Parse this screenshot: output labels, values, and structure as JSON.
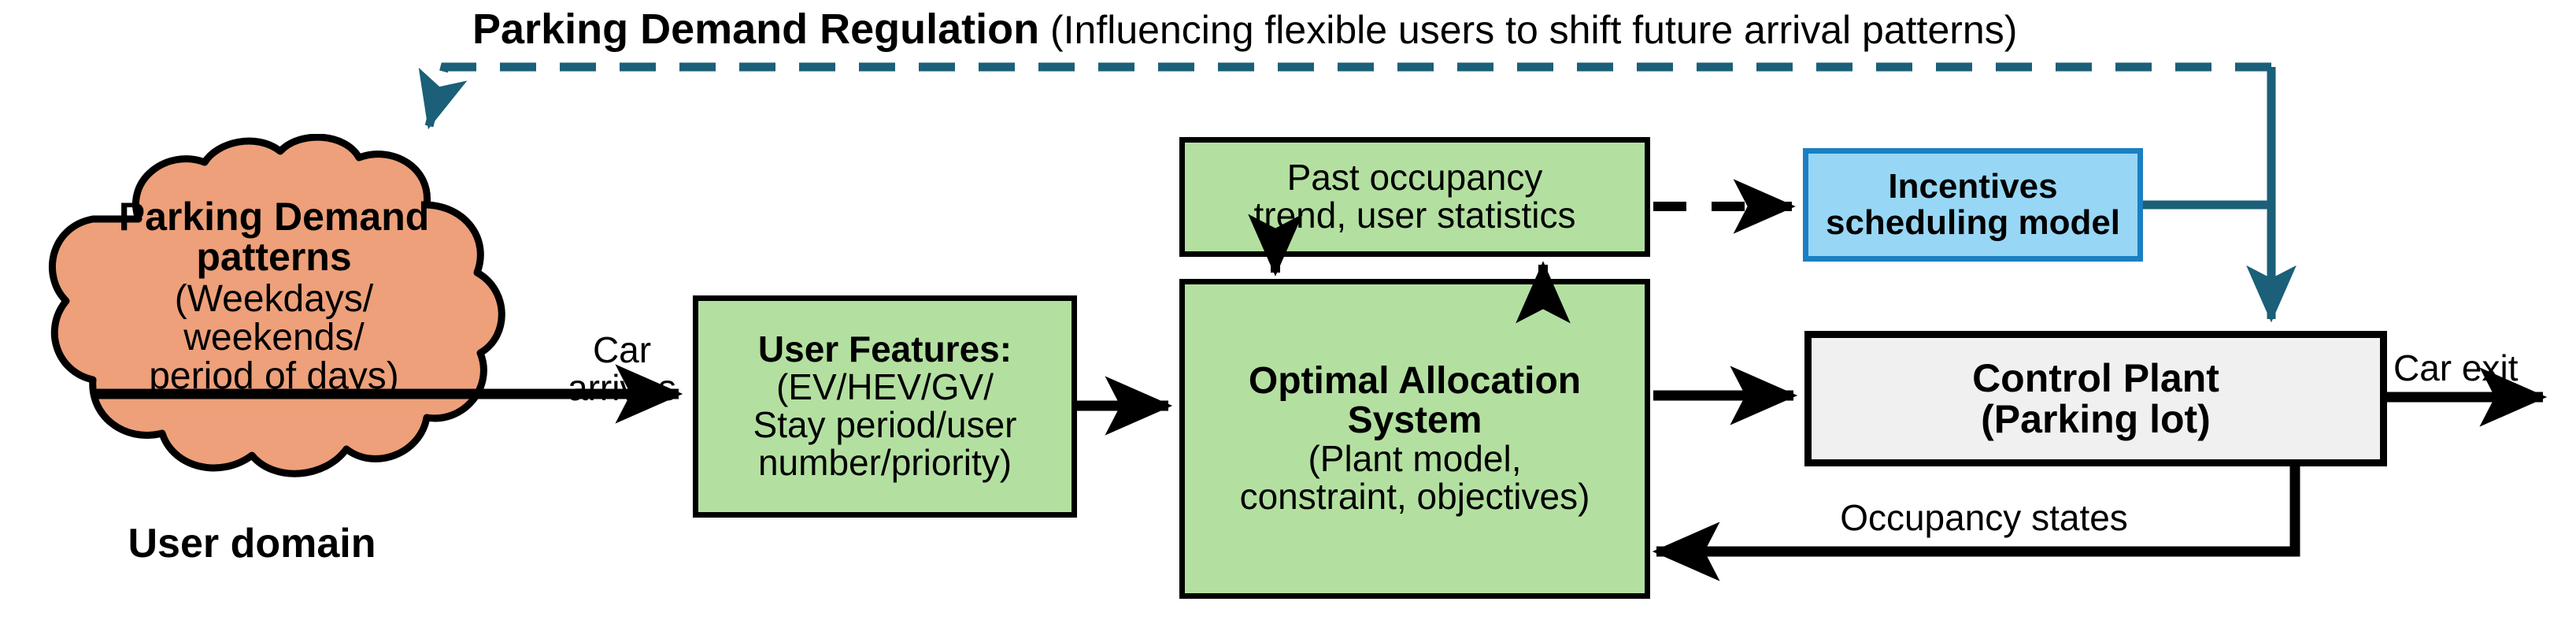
{
  "title": {
    "strong": "Parking Demand Regulation",
    "light": " (Influencing flexible users to shift future arrival patterns)"
  },
  "cloud": {
    "line1": "Parking Demand",
    "line2": "patterns",
    "line3": "(Weekdays/",
    "line4": "weekends/",
    "line5": "period of days)",
    "caption": "User domain",
    "fill": "#eda07a",
    "stroke": "#000000"
  },
  "boxes": {
    "user_features": {
      "title": "User Features:",
      "line2": "(EV/HEV/GV/",
      "line3": "Stay period/user",
      "line4": "number/priority)",
      "fill": "#b3e0a0",
      "stroke": "#000000"
    },
    "past_occupancy": {
      "line1": "Past occupancy",
      "line2": "trend, user statistics",
      "fill": "#b3e0a0",
      "stroke": "#000000"
    },
    "optimal_allocation": {
      "title1": "Optimal Allocation",
      "title2": "System",
      "line3": "(Plant model,",
      "line4": "constraint, objectives)",
      "fill": "#b3e0a0",
      "stroke": "#000000"
    },
    "incentives": {
      "line1": "Incentives",
      "line2": "scheduling model",
      "fill": "#97d7f5",
      "stroke": "#1b7fc4"
    },
    "control_plant": {
      "line1": "Control Plant",
      "line2": "(Parking lot)",
      "fill": "#f0f0f0",
      "stroke": "#000000"
    }
  },
  "labels": {
    "car_arrives_1": "Car",
    "car_arrives_2": "arrives",
    "car_exit": "Car exit",
    "occupancy_states": "Occupancy states"
  },
  "colors": {
    "regulation_teal": "#1b5f78",
    "arrow_black": "#000000",
    "green_fill": "#b3e0a0",
    "blue_fill": "#97d7f5",
    "blue_stroke": "#1b7fc4",
    "orange_fill": "#eda07a",
    "gray_fill": "#f0f0f0"
  },
  "connections": [
    {
      "name": "regulation-feedback-dashed",
      "style": "dashed",
      "color": "#1b5f78",
      "from": "incentives-branch",
      "to": "parking-demand-cloud"
    },
    {
      "name": "incentives-to-control-plant",
      "style": "solid",
      "color": "#1b5f78",
      "from": "incentives",
      "to": "control-plant"
    },
    {
      "name": "cloud-to-user-features",
      "style": "solid",
      "color": "#000000",
      "label": "Car arrives"
    },
    {
      "name": "user-features-to-optimal-allocation",
      "style": "solid",
      "color": "#000000"
    },
    {
      "name": "past-occupancy-to-optimal-allocation",
      "style": "solid",
      "color": "#000000"
    },
    {
      "name": "optimal-allocation-to-past-occupancy",
      "style": "solid",
      "color": "#000000"
    },
    {
      "name": "past-occupancy-to-incentives",
      "style": "dashed",
      "color": "#000000"
    },
    {
      "name": "optimal-allocation-to-control-plant",
      "style": "solid",
      "color": "#000000"
    },
    {
      "name": "control-plant-to-car-exit",
      "style": "solid",
      "color": "#000000",
      "label": "Car exit"
    },
    {
      "name": "control-plant-to-optimal-allocation",
      "style": "solid",
      "color": "#000000",
      "label": "Occupancy states"
    }
  ]
}
